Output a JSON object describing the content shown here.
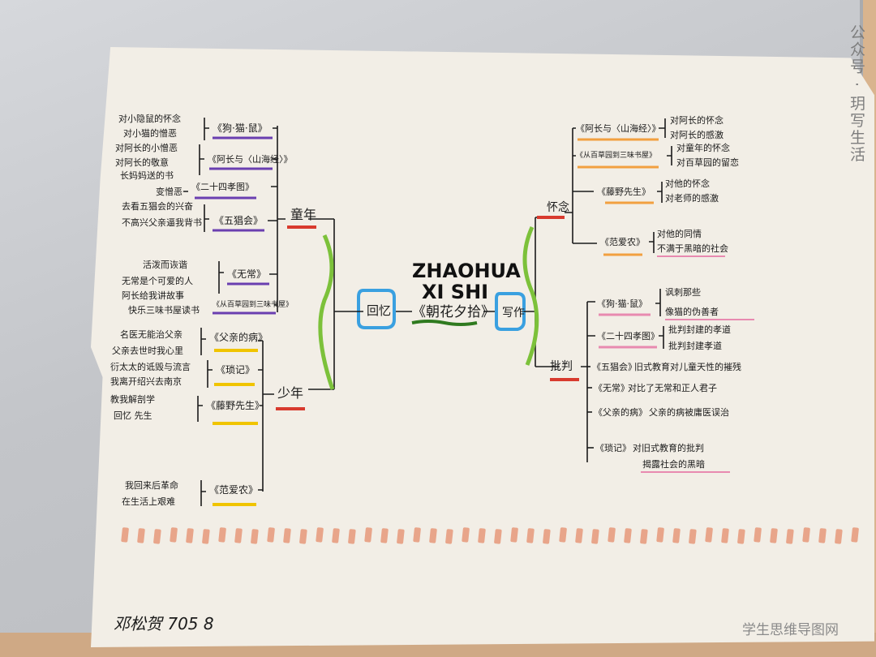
{
  "center": {
    "pinyin_line1": "ZHAOHUA",
    "pinyin_line2": "XI SHI",
    "book_title": "《朝花夕拾》",
    "left_node": "回忆",
    "right_node": "写作"
  },
  "left_branches": {
    "childhood": {
      "label": "童年",
      "topics": [
        {
          "title": "《狗·猫·鼠》",
          "details": [
            "对小隐鼠的怀念",
            "对小猫的憎恶"
          ]
        },
        {
          "title": "《阿长与〈山海经〉》",
          "details": [
            "对阿长的小憎恶",
            "对阿长的敬意",
            "长妈妈送的书"
          ]
        },
        {
          "title": "《二十四孝图》",
          "details": [
            "变憎恶"
          ]
        },
        {
          "title": "《五猖会》",
          "details": [
            "去看五猖会的兴奋",
            "不高兴父亲逼我背书"
          ]
        },
        {
          "title": "《无常》",
          "details": [
            "活泼而诙谐",
            "无常是个可爱的人",
            "阿长给我讲故事"
          ]
        },
        {
          "title": "《从百草园到三味书屋》",
          "details": [
            "快乐三味书屋读书"
          ]
        }
      ]
    },
    "youth": {
      "label": "少年",
      "topics": [
        {
          "title": "《父亲的病》",
          "details": [
            "名医无能治父亲",
            "父亲去世时我心里"
          ]
        },
        {
          "title": "《琐记》",
          "details": [
            "衍太太的诋毁与流言",
            "我离开绍兴去南京"
          ]
        },
        {
          "title": "《藤野先生》",
          "details": [
            "教我解剖学",
            "回忆 先生"
          ]
        },
        {
          "title": "《范爱农》",
          "details": [
            "我回来后革命",
            "在生活上艰难"
          ]
        }
      ]
    }
  },
  "right_branches": {
    "nostalgia": {
      "label": "怀念",
      "topics": [
        {
          "title": "《阿长与〈山海经〉》",
          "details": [
            "对阿长的怀念",
            "对阿长的感激"
          ]
        },
        {
          "title": "《从百草园到三味书屋》",
          "details": [
            "对童年的怀念",
            "对百草园的留恋"
          ]
        },
        {
          "title": "《藤野先生》",
          "details": [
            "对他的怀念",
            "对老师的感激"
          ]
        },
        {
          "title": "《范爱农》",
          "details": [
            "对他的同情",
            "不满于黑暗的社会"
          ]
        }
      ]
    },
    "criticism": {
      "label": "批判",
      "topics": [
        {
          "title": "《狗·猫·鼠》",
          "details": [
            "讽刺那些",
            "像猫的伪善者"
          ]
        },
        {
          "title": "《二十四孝图》",
          "details": [
            "批判封建的孝道",
            "批判封建孝道"
          ]
        },
        {
          "title": "《五猖会》",
          "details": [
            "旧式教育对儿童天性的摧残"
          ]
        },
        {
          "title": "《无常》",
          "details": [
            "对比了无常和正人君子"
          ]
        },
        {
          "title": "《父亲的病》",
          "details": [
            "父亲的病被庸医误治"
          ]
        },
        {
          "title": "《琐记》",
          "details": [
            "对旧式教育的批判",
            "揭露社会的黑暗"
          ]
        }
      ]
    }
  },
  "signature": "邓松贺 705 8",
  "watermarks": {
    "side": "公众号 · 玥写生活",
    "bottom": "学生思维导图网"
  },
  "colors": {
    "paper": "#f2eee6",
    "red": "#d83a2e",
    "green": "#7cc13a",
    "blue": "#3aa0e0",
    "purple": "#6a3fb0",
    "yellow": "#f0c400",
    "orange": "#f2a040",
    "pink": "#e88ab0",
    "peach_dashes": "#e8a58a"
  }
}
